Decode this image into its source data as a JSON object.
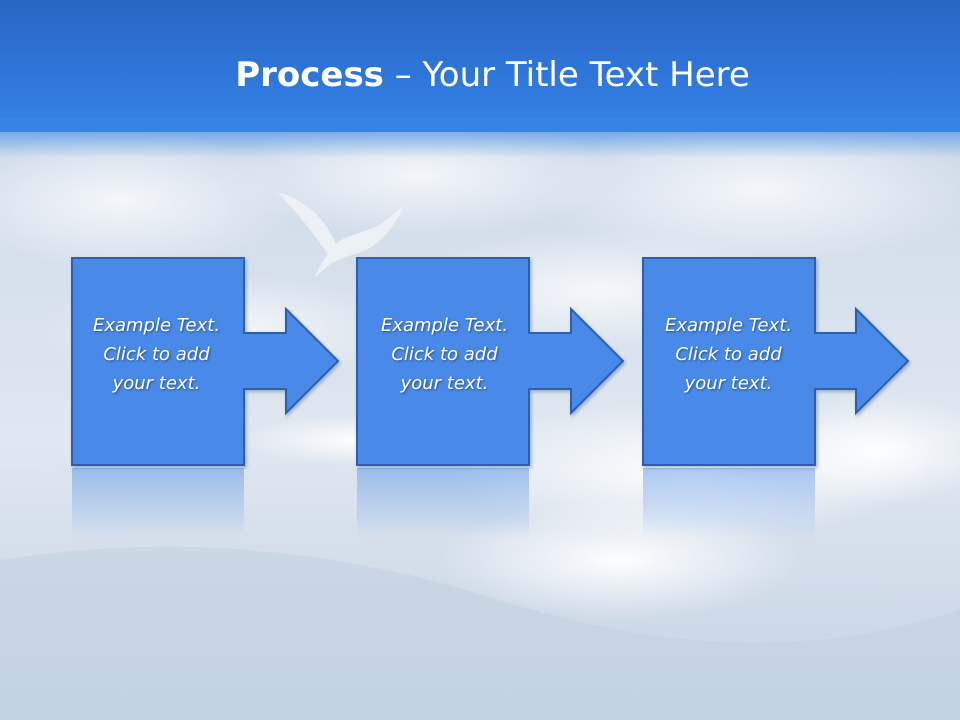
{
  "slide": {
    "title_bold": "Process",
    "title_rest": " – Your Title Text Here"
  },
  "steps": [
    {
      "line1": "Example Text.",
      "line2": "Click  to add",
      "line3": "your text."
    },
    {
      "line1": "Example Text.",
      "line2": "Click  to add",
      "line3": "your text."
    },
    {
      "line1": "Example Text.",
      "line2": "Click  to add",
      "line3": "your text."
    }
  ],
  "colors": {
    "header": "#2f75d9",
    "shape_fill": "#4a8ae8",
    "shape_stroke": "#2a5fb4",
    "text": "#ffffff"
  },
  "icons": {
    "background_bird": "seagull-icon"
  }
}
